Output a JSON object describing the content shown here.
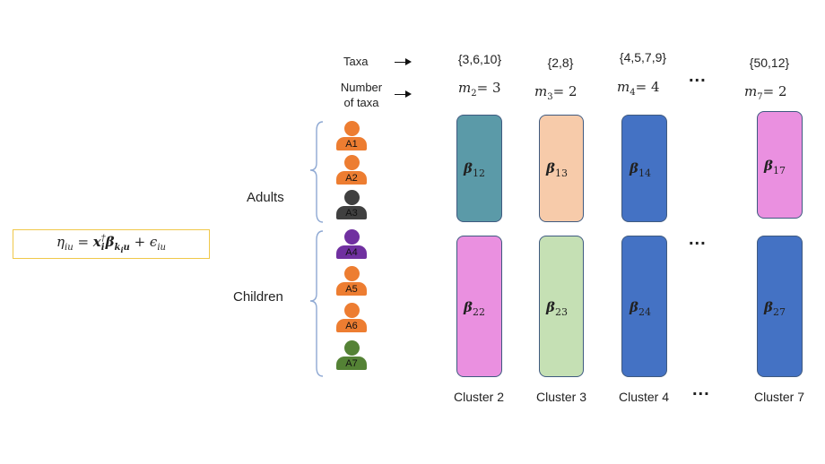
{
  "header": {
    "taxa_label": "Taxa",
    "number_label_line1": "Number",
    "number_label_line2": "of taxa",
    "more": "..."
  },
  "formula": {
    "lhs": "η",
    "lhs_sub": "iu",
    "eq": " = ",
    "x": "x",
    "x_sub": "i",
    "x_sup": "†",
    "beta": "β",
    "beta_sub": "k",
    "beta_sub2": "i",
    "beta_sub3": "u",
    "plus": " + ",
    "eps": "ϵ",
    "eps_sub": "iu"
  },
  "groups": {
    "adults": "Adults",
    "children": "Children"
  },
  "people": [
    {
      "id": "A1",
      "color": "#ed7d31"
    },
    {
      "id": "A2",
      "color": "#ed7d31"
    },
    {
      "id": "A3",
      "color": "#404040"
    },
    {
      "id": "A4",
      "color": "#7030a0"
    },
    {
      "id": "A5",
      "color": "#ed7d31"
    },
    {
      "id": "A6",
      "color": "#ed7d31"
    },
    {
      "id": "A7",
      "color": "#548235"
    }
  ],
  "columns": [
    {
      "taxa": "{3,6,10}",
      "m": "m",
      "m_sub": "2",
      "m_val": "= 3",
      "cluster": "Cluster 2",
      "beta_adult": "12",
      "beta_child": "22",
      "adult_color": "#5b9aa8",
      "child_color": "#ea90e0"
    },
    {
      "taxa": "{2,8}",
      "m": "m",
      "m_sub": "3",
      "m_val": "= 2",
      "cluster": "Cluster 3",
      "beta_adult": "13",
      "beta_child": "23",
      "adult_color": "#f7cbaa",
      "child_color": "#c5e0b4"
    },
    {
      "taxa": "{4,5,7,9}",
      "m": "m",
      "m_sub": "4",
      "m_val": "= 4",
      "cluster": "Cluster 4",
      "beta_adult": "14",
      "beta_child": "24",
      "adult_color": "#4472c4",
      "child_color": "#4472c4"
    },
    {
      "taxa": "{50,12}",
      "m": "m",
      "m_sub": "7",
      "m_val": "= 2",
      "cluster": "Cluster 7",
      "beta_adult": "17",
      "beta_child": "27",
      "adult_color": "#ea90e0",
      "child_color": "#4472c4"
    }
  ]
}
